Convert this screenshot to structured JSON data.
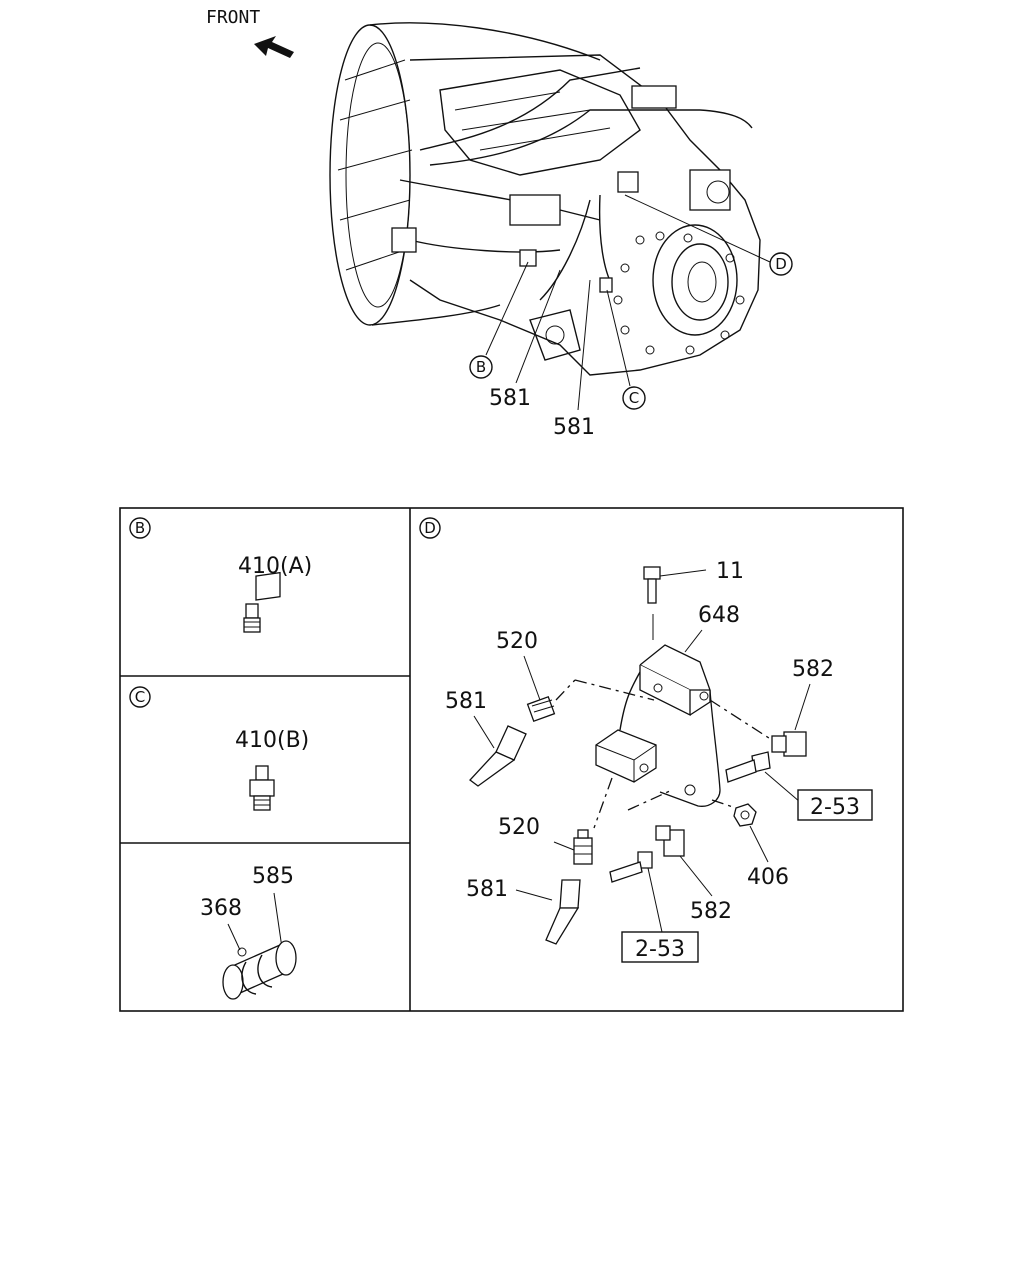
{
  "front_label": "FRONT",
  "overview": {
    "callouts": {
      "b": "B",
      "c": "C",
      "d": "D"
    },
    "part_581_a": "581",
    "part_581_b": "581"
  },
  "panel_b": {
    "letter": "B",
    "part": "410(A)"
  },
  "panel_c": {
    "letter": "C",
    "part": "410(B)"
  },
  "panel_misc": {
    "part_585": "585",
    "part_368": "368"
  },
  "panel_d": {
    "letter": "D",
    "part_11": "11",
    "part_648": "648",
    "part_520_top": "520",
    "part_582_top": "582",
    "part_581_top": "581",
    "ref_top": "2-53",
    "part_520_bottom": "520",
    "part_406": "406",
    "part_581_bottom": "581",
    "part_582_bottom": "582",
    "ref_bottom": "2-53"
  }
}
